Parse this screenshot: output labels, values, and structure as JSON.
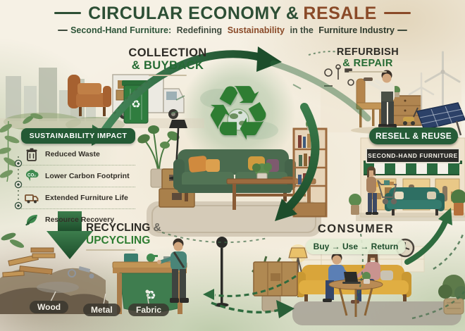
{
  "header": {
    "title": {
      "part1": "CIRCULAR ECONOMY",
      "amp": "&",
      "part2": "RESALE"
    },
    "subtitle": {
      "bold1": "Second-Hand Furniture:",
      "text1": "Redefining",
      "accent": "Sustainability",
      "text2": "in the",
      "bold2": "Furniture Industry"
    }
  },
  "stages": {
    "collection": {
      "line1": "COLLECTION",
      "line2": "& BUYBACK"
    },
    "refurbish": {
      "line1": "REFURBISH",
      "line2": "& REPAIR"
    },
    "resell": {
      "banner": "RESELL & REUSE",
      "store_sign": "SECOND-HAND FURNITURE"
    },
    "consumer": {
      "label": "CONSUMER",
      "flow": "Buy → Use → Return"
    },
    "recycling": {
      "line1": "RECYCLING",
      "amp": "&",
      "line2": "UPCYCLING"
    }
  },
  "impact_panel": {
    "title": "SUSTAINABILITY IMPACT",
    "items": [
      {
        "icon": "trash-icon",
        "label": "Reduced Waste"
      },
      {
        "icon": "co2-icon",
        "icon_text": "CO₂",
        "label": "Lower Carbon Footprint"
      },
      {
        "icon": "truck-icon",
        "label": "Extended Furniture Life"
      },
      {
        "icon": "leaf-icon",
        "label": "Resource Recovery"
      }
    ]
  },
  "material_tags": [
    {
      "label": "Wood"
    },
    {
      "label": "Metal"
    },
    {
      "label": "Fabric"
    }
  ],
  "center": {
    "symbol": "♻"
  },
  "icons": {
    "recycle_char": "♻"
  },
  "colors": {
    "dark_green": "#245a35",
    "green": "#2e7d32",
    "brown": "#8a4a28",
    "cream": "#f6f1e5",
    "ink": "#2e2c26"
  }
}
